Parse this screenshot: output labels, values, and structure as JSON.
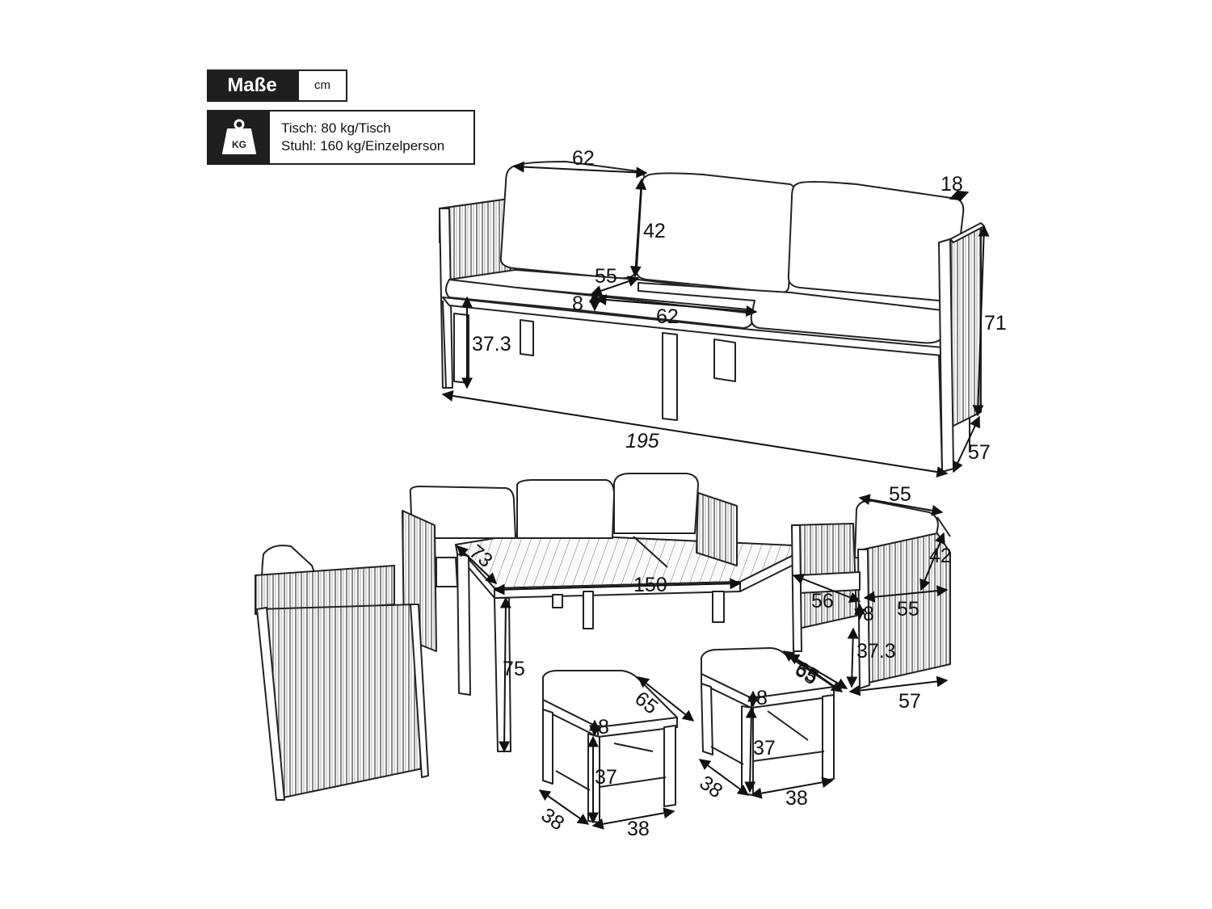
{
  "legend": {
    "title": "Maße",
    "unit": "cm",
    "weight_icon": "kg-weight-icon",
    "weight_icon_text": "KG",
    "load_table": "Tisch: 80 kg/Tisch",
    "load_chair": "Stuhl: 160 kg/Einzelperson"
  },
  "sofa_dims": {
    "cushion_width": "62",
    "back_height": "42",
    "back_thickness": "18",
    "seat_depth": "55",
    "seat_thickness": "8",
    "seat_width": "62",
    "seat_height": "37.3",
    "total_height": "71",
    "total_width": "195",
    "total_depth": "57"
  },
  "table_dims": {
    "depth": "73",
    "width": "150",
    "height": "75"
  },
  "armchair_dims": {
    "width": "55",
    "back_height": "42",
    "seat_depth": "56",
    "seat_thickness": "8",
    "inner_width": "55",
    "seat_height": "37.3",
    "depth": "65",
    "total_width": "57"
  },
  "stool_left_dims": {
    "diagonal": "65",
    "cushion": "8",
    "height": "37",
    "depth": "38",
    "width": "38"
  },
  "stool_right_dims": {
    "diagonal": "65",
    "cushion": "8",
    "height": "37",
    "depth": "38",
    "width": "38"
  }
}
